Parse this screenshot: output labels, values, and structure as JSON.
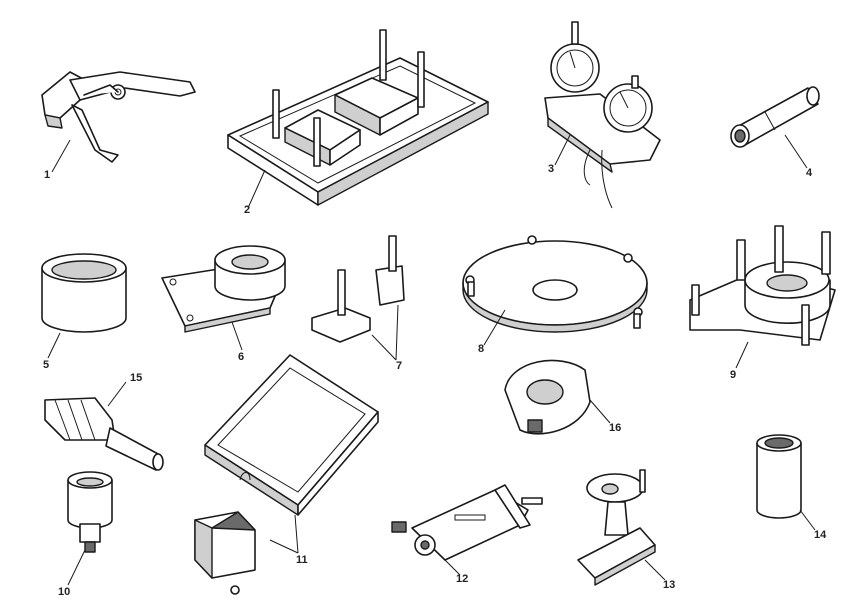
{
  "diagram": {
    "callouts": [
      {
        "id": "t1",
        "label": "1"
      },
      {
        "id": "t2",
        "label": "2"
      },
      {
        "id": "t3",
        "label": "3"
      },
      {
        "id": "t4",
        "label": "4"
      },
      {
        "id": "t5",
        "label": "5"
      },
      {
        "id": "t6",
        "label": "6"
      },
      {
        "id": "t7",
        "label": "7"
      },
      {
        "id": "t8",
        "label": "8"
      },
      {
        "id": "t9",
        "label": "9"
      },
      {
        "id": "t10",
        "label": "10"
      },
      {
        "id": "t11",
        "label": "11"
      },
      {
        "id": "t12",
        "label": "12"
      },
      {
        "id": "t13",
        "label": "13"
      },
      {
        "id": "t14",
        "label": "14"
      },
      {
        "id": "t15",
        "label": "15"
      },
      {
        "id": "t16",
        "label": "16"
      }
    ]
  }
}
